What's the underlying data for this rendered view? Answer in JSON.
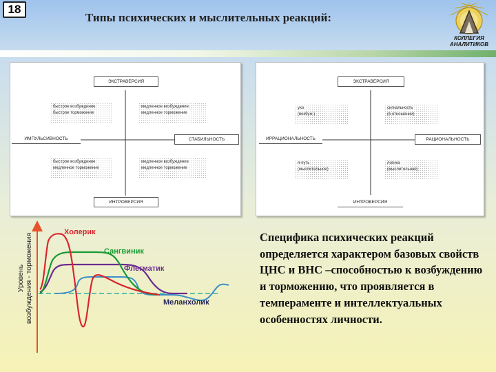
{
  "slide": {
    "number": "18"
  },
  "header": {
    "title": "Типы психических и мыслительных реакций:"
  },
  "logo": {
    "line1": "КОЛЛЕГИЯ",
    "line2": "АНАЛИТИКОВ"
  },
  "colors": {
    "holeric": "#d8262e",
    "sangvinik": "#169a33",
    "flegmatik": "#6b2c8f",
    "melanholik": "#3b90c8",
    "baseline": "#2bb3a3",
    "axis": "#e7532a"
  },
  "diagram_left": {
    "top_label": "ЭКСТРАВЕРСИЯ",
    "bottom_label": "ИНТРОВЕРСИЯ",
    "left_label": "ИМПУЛЬСИВНОСТЬ",
    "right_label": "СТАБИЛЬНОСТЬ",
    "q_top_left": [
      "быстрое возбуждение",
      "быстрое торможение"
    ],
    "q_top_right": [
      "медленное возбуждение",
      "медленное торможение"
    ],
    "q_bottom_left": [
      "быстрое возбуждение",
      "медленное торможение"
    ],
    "q_bottom_right": [
      "медленное возбуждение",
      "медленное торможение"
    ]
  },
  "diagram_right": {
    "top_label": "ЭКСТРАВЕРСИЯ",
    "bottom_label": "ИНТРОВЕРСИЯ",
    "left_label": "ИРРАЦИОНАЛЬНОСТЬ",
    "right_label": "РАЦИОНАЛЬНОСТЬ",
    "q_top_left": [
      "ухо",
      "(возбуж.)"
    ],
    "q_top_right": [
      "сигнальность",
      "(в отношении)"
    ],
    "q_bottom_left": [
      "я-путь",
      "(мыслительное)"
    ],
    "q_bottom_right": [
      "логика",
      "(мыслительная)"
    ]
  },
  "graph": {
    "y_label_line1": "Уровень",
    "y_label_line2": "возбуждения - торможения",
    "curves": {
      "holeric": "Холерик",
      "sangvinik": "Сангвиник",
      "flegmatik": "Флегматик",
      "melanholik": "Меланхолик"
    }
  },
  "description": {
    "text": "Специфика психических реакций определяется характером базовых свойств ЦНС и ВНС –способностью к возбуждению и торможению, что проявляется в темпераменте и интеллектуальных особенностях личности."
  }
}
